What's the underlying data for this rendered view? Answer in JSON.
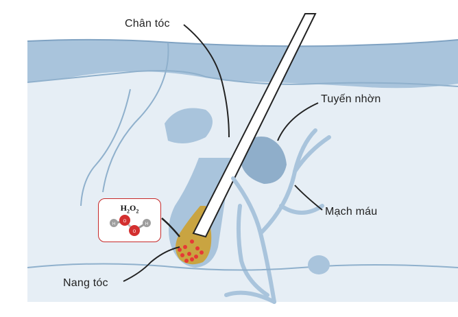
{
  "labels": {
    "shaft": "Chân tóc",
    "gland": "Tuyến nhờn",
    "vessel": "Mạch máu",
    "follicle": "Nang tóc"
  },
  "molecule": {
    "formula_base": "H",
    "formula_sub1": "2",
    "formula_mid": "O",
    "formula_sub2": "2",
    "atom_h_label": "H",
    "atom_o_label": "O"
  },
  "colors": {
    "skin_blue": "#a9c4dc",
    "skin_light": "#dce8f1",
    "tissue_line": "#8fb0cc",
    "follicle_gold": "#c9a441",
    "particle_red": "#e53935",
    "oxygen_red": "#d32f2f",
    "callout_border": "#c62828"
  }
}
